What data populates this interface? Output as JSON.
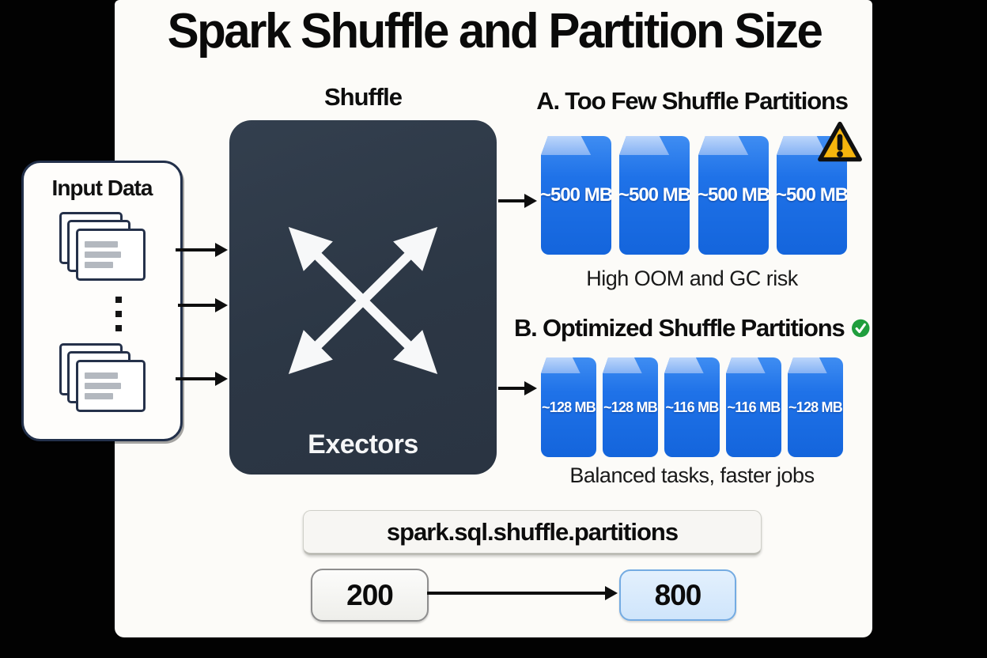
{
  "title": "Spark Shuffle and Partition Size",
  "input": {
    "label": "Input Data"
  },
  "shuffle": {
    "label": "Shuffle",
    "box_label": "Exectors"
  },
  "section_a": {
    "heading": "A. Too Few Shuffle Partitions",
    "partitions": [
      "~500 MB",
      "~500 MB",
      "~500 MB",
      "~500 MB"
    ],
    "caption": "High OOM and GC risk",
    "status_icon": "warning-triangle"
  },
  "section_b": {
    "heading": "B. Optimized Shuffle Partitions",
    "partitions": [
      "~128 MB",
      "~128 MB",
      "~116 MB",
      "~116 MB",
      "~128 MB"
    ],
    "caption": "Balanced tasks, faster jobs",
    "status_icon": "check-circle"
  },
  "config": {
    "property": "spark.sql.shuffle.partitions",
    "old_value": "200",
    "new_value": "800"
  },
  "colors": {
    "partition_blue": "#1f72e8",
    "partition_flap_blue": "#9cc1f7",
    "executor_dark": "#2c3745",
    "warning_yellow": "#f6b50d",
    "check_green": "#1f9e3d",
    "new_value_blue": "#cfe5fb",
    "canvas": "#fcfbf8",
    "background": "#020202"
  }
}
